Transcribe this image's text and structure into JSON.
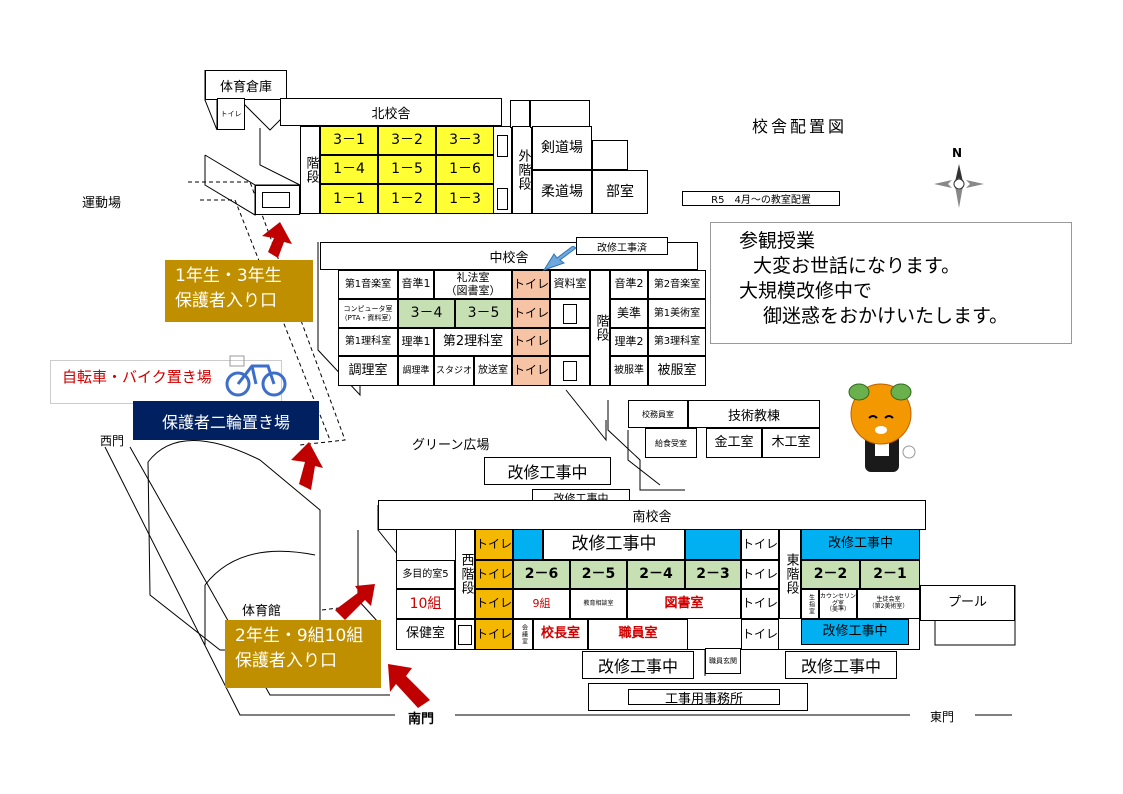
{
  "title": "校舎配置図",
  "notice_r5": "R5　4月～の教室配置",
  "notice_box": {
    "line1": "参観授業",
    "line2": "大変お世話になります。",
    "line3": "大規模改修中で",
    "line4": "御迷惑をおかけいたします。"
  },
  "compass_n": "N",
  "areas": {
    "undoujo": "運動場",
    "green_hiroba": "グリーン広場",
    "nishimon": "西門",
    "minamimon": "南門",
    "higashimon": "東門",
    "taiikukan": "体育館",
    "pool": "プール"
  },
  "signs": {
    "entrance_13": "1年生・3年生\n保護者入り口",
    "entrance_2_9": "2年生・9組10組\n保護者入り口",
    "bicycle": "自転車・バイク置き場",
    "parent_bike": "保護者二輪置き場",
    "construction_done": "改修工事済",
    "construction_mid": "改修工事中",
    "construction_label": "改修工事中",
    "construction_s1": "改修工事中",
    "construction_s2": "改修工事中",
    "construction_top": "改修工事中",
    "construction_right_top": "改修工事中",
    "construction_right_bot": "改修工事中",
    "office": "工事用事務所",
    "staff_entrance": "職員玄関"
  },
  "north": {
    "name": "北校舎",
    "storage": "体育倉庫",
    "toilet_small": "トイレ",
    "stairs": "階段",
    "outer_stairs": "外階段",
    "kendo": "剣道場",
    "judo": "柔道場",
    "club": "部室",
    "rooms_row1": [
      "3－1",
      "3－2",
      "3－3"
    ],
    "rooms_row2": [
      "1－4",
      "1－5",
      "1－6"
    ],
    "rooms_row3": [
      "1－1",
      "1－2",
      "1－3"
    ]
  },
  "middle": {
    "name": "中校舎",
    "r1": [
      "第1音楽室",
      "音準1",
      "礼法室\n（図書室）",
      "トイレ",
      "資料室",
      "音準2",
      "第2音楽室"
    ],
    "r2": [
      "コンピュータ室\n（PTA・資料室）",
      "3－4",
      "3－5",
      "トイレ",
      "美準",
      "第1美術室"
    ],
    "r3": [
      "第1理科室",
      "理準1",
      "第2理科室",
      "トイレ",
      "理準2",
      "第3理科室"
    ],
    "r4": [
      "調理室",
      "調理準",
      "スタジオ",
      "放送室",
      "トイレ",
      "被服準",
      "被服室"
    ],
    "stairs": "階段"
  },
  "tech": {
    "name": "技術教棟",
    "principal_staff": "校務員室",
    "lunch": "給食受室",
    "metal": "金工室",
    "wood": "木工室"
  },
  "south": {
    "name": "南校舎",
    "west_stairs": "西階段",
    "east_stairs": "東階段",
    "toilet": "トイレ",
    "multi": "多目的室5",
    "class10": "10組",
    "health": "保健室",
    "class9": "9組",
    "rooms": [
      "2－6",
      "2－5",
      "2－4",
      "2－3"
    ],
    "rooms_east": [
      "2－2",
      "2－1"
    ],
    "education": "教育相談室",
    "library": "図書室",
    "meeting": "会議室",
    "principal": "校長室",
    "staffroom": "職員室",
    "guidance": "生指室",
    "counseling": "カウンセリング室\n（美準）",
    "council": "生徒会室\n（第2美術室）"
  },
  "colors": {
    "yellow": "#ffff33",
    "green": "#c6e0b4",
    "orange": "#f7c3a5",
    "amber": "#f5b800",
    "blue": "#00b0f0",
    "navy": "#002060",
    "brown": "#bf8f00",
    "arrow_red": "#c00000"
  }
}
